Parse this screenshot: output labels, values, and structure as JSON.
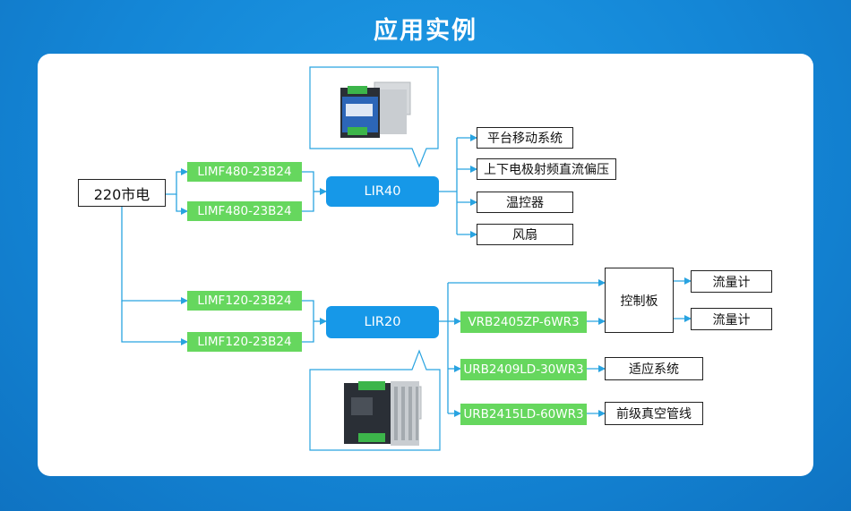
{
  "title": "应用实例",
  "source": "220市电",
  "top_branch": {
    "converters": [
      "LIMF480-23B24",
      "LIMF480-23B24"
    ],
    "module": "LIR40",
    "outputs": [
      "平台移动系统",
      "上下电极射频直流偏压",
      "温控器",
      "风扇"
    ]
  },
  "bottom_branch": {
    "converters": [
      "LIMF120-23B24",
      "LIMF120-23B24"
    ],
    "module": "LIR20",
    "dcdc": [
      "VRB2405ZP-6WR3",
      "URB2409LD-30WR3",
      "URB2415LD-60WR3"
    ],
    "controller": "控制板",
    "flowmeters": [
      "流量计",
      "流量计"
    ],
    "loads": [
      "适应系统",
      "前级真空管线"
    ]
  },
  "colors": {
    "background": "#1486d6",
    "green": "#66d75e",
    "blue": "#1698e8",
    "line": "#29a3e0"
  }
}
